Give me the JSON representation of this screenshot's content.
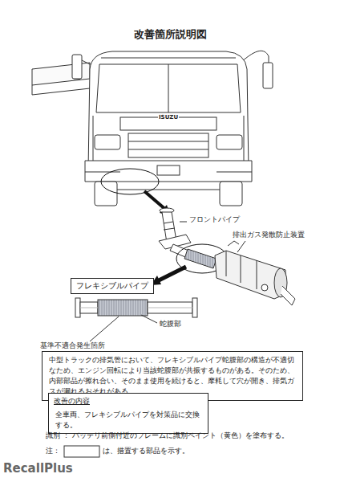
{
  "diagram": {
    "title": "改善箇所説明図",
    "nodes": [
      {
        "text": [
          "フレキシブルパイプ"
        ]
      },
      {
        "text": [
          "中型トラックの排気管において、フレキシブルパイプ蛇腹部の構造が不適切なため、エンジン回転により当該蛇腹部が共振するものがある。そのため、内部部品が擦れ合い、そのまま使用を続けると、摩耗して穴が開き、排気ガスが漏れるおそれがある。"
        ]
      },
      {
        "text": [
          "改善の内容",
          "全車両、フレキシブルパイプを対策品に交換する。"
        ]
      }
    ],
    "edges": [],
    "labels": [
      "ISUZU",
      "フロントパイプ",
      "排出ガス発散防止装置",
      "蛇腹部",
      "基準不適合発生箇所",
      "識別 ： バッテリ前側付近のフレームに識別ペイント（黄色）を塗布する。",
      "注：",
      "は、措置する部品を示す。",
      "RecallPlus"
    ]
  }
}
